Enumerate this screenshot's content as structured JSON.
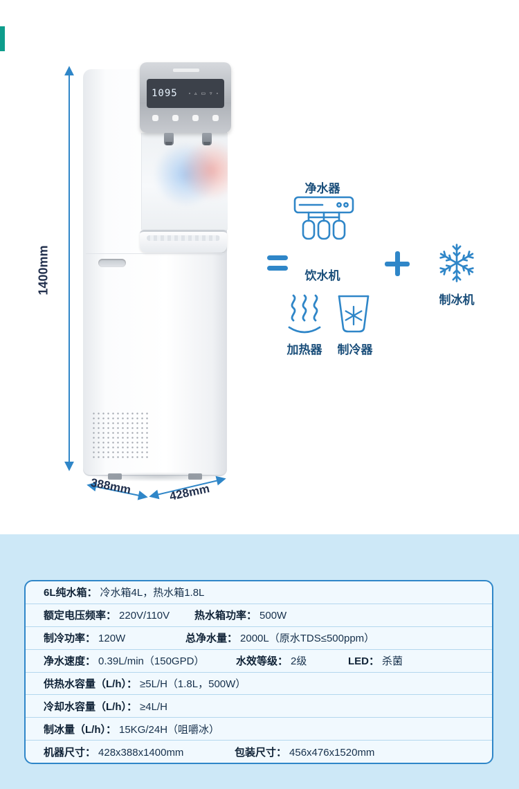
{
  "theme": {
    "accent": "#2f86c8",
    "panel_bg": "#cde8f7",
    "ink": "#14273e"
  },
  "dimensions": {
    "height": "1400mm",
    "depth": "388mm",
    "width": "428mm"
  },
  "display": {
    "value": "1095",
    "icon_row": "▫ ▵ ▭ ▿ ▫"
  },
  "equation": {
    "equals": "=",
    "plus": "+"
  },
  "components": {
    "purifier": "净水器",
    "dispenser": "饮水机",
    "heater": "加热器",
    "chiller": "制冷器",
    "ice_maker": "制冰机"
  },
  "icons": {
    "purifier": "water-purifier",
    "heater": "heat-waves",
    "chiller": "cup-snowflake",
    "ice_maker": "snowflake"
  },
  "specs": {
    "rows": [
      {
        "segments": [
          {
            "label": "6L纯水箱：",
            "value": "冷水箱4L，热水箱1.8L"
          }
        ]
      },
      {
        "segments": [
          {
            "label": "额定电压频率：",
            "value": "220V/110V"
          },
          {
            "label": "热水箱功率：",
            "value": "500W"
          }
        ]
      },
      {
        "segments": [
          {
            "label": "制冷功率：",
            "value": "120W"
          },
          {
            "label": "总净水量：",
            "value": "2000L（原水TDS≤500ppm）"
          }
        ]
      },
      {
        "segments": [
          {
            "label": "净水速度：",
            "value": "0.39L/min（150GPD）"
          },
          {
            "label": "水效等级：",
            "value": "2级"
          },
          {
            "label": "LED：",
            "value": "杀菌"
          }
        ]
      },
      {
        "segments": [
          {
            "label": "供热水容量（L/h）：",
            "value": "≥5L/H（1.8L，500W）"
          }
        ]
      },
      {
        "segments": [
          {
            "label": "冷却水容量（L/h）：",
            "value": "≥4L/H"
          }
        ]
      },
      {
        "segments": [
          {
            "label": "制冰量（L/h）：",
            "value": "15KG/24H（咀嚼冰）"
          }
        ]
      },
      {
        "segments": [
          {
            "label": "机器尺寸：",
            "value": "428x388x1400mm"
          },
          {
            "label": "包装尺寸：",
            "value": "456x476x1520mm"
          }
        ]
      }
    ]
  }
}
